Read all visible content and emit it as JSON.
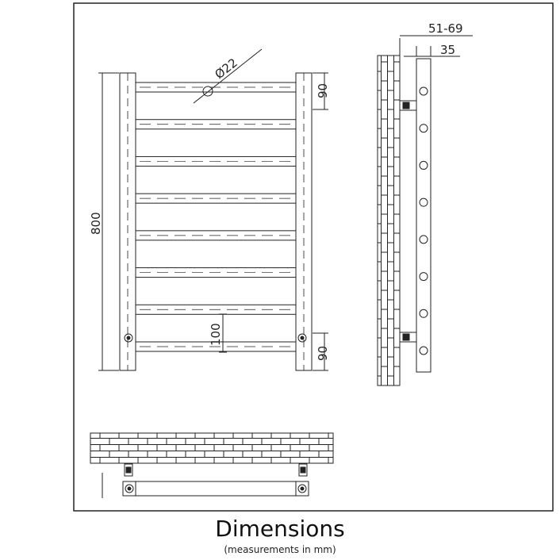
{
  "caption": {
    "title": "Dimensions",
    "subtitle": "(measurements in mm)"
  },
  "dimensions": {
    "bar_diameter": "Ø22",
    "top_spacing": "90",
    "bottom_spacing": "90",
    "bar_pitch": "100",
    "height": "800",
    "wall_depth_range": "51-69",
    "rail_depth": "35"
  },
  "bar_count": 8,
  "colors": {
    "line": "#222222",
    "background": "#ffffff"
  }
}
